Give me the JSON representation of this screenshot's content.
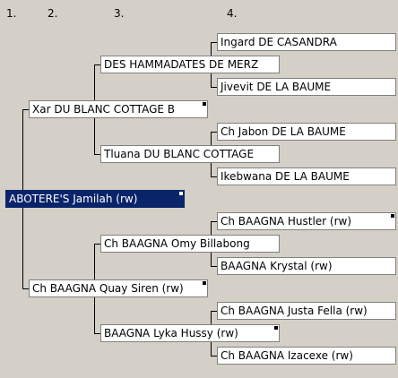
{
  "generation_labels": [
    "1.",
    "2.",
    "3.",
    "4."
  ],
  "subject": {
    "name": "ABOTERE'S Jamilah (rw)"
  },
  "sire": {
    "name": "Xar DU BLANC COTTAGE B"
  },
  "dam": {
    "name": "Ch BAAGNA Quay Siren  (rw)"
  },
  "sire_sire": {
    "name": "DES HAMMADATES DE MERZ"
  },
  "sire_dam": {
    "name": "Tluana DU BLANC COTTAGE"
  },
  "dam_sire": {
    "name": "Ch BAAGNA Omy Billabong"
  },
  "dam_dam": {
    "name": "BAAGNA Lyka Hussy  (rw)"
  },
  "gen4": [
    {
      "name": "Ingard DE CASANDRA"
    },
    {
      "name": "Jivevit DE LA BAUME"
    },
    {
      "name": "Ch Jabon DE LA BAUME"
    },
    {
      "name": "Ikebwana DE LA BAUME"
    },
    {
      "name": "Ch BAAGNA Hustler (rw)"
    },
    {
      "name": "BAAGNA Krystal (rw)"
    },
    {
      "name": "Ch BAAGNA Justa Fella  (rw)"
    },
    {
      "name": "Ch BAAGNA Izacexe (rw)"
    }
  ]
}
